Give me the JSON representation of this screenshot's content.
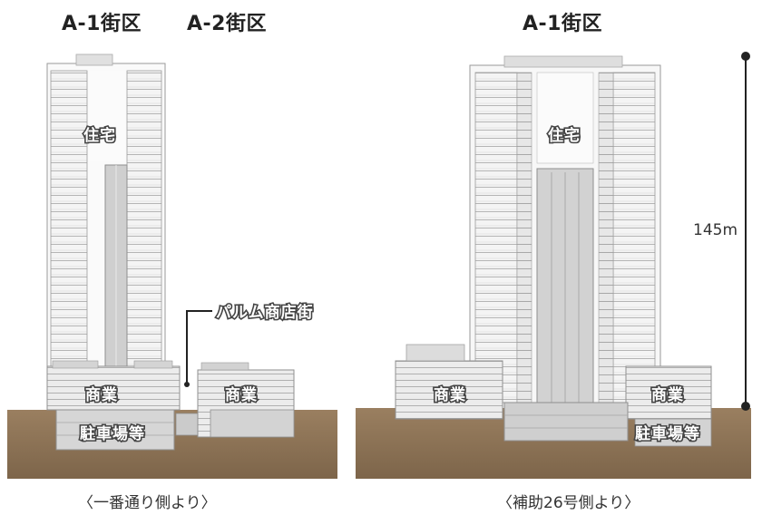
{
  "titles": {
    "left_a1": "A-1街区",
    "left_a2": "A-2街区",
    "right_a1": "A-1街区"
  },
  "labels": {
    "residential": "住宅",
    "commercial": "商業",
    "parking": "駐車場等",
    "arcade": "パルム商店街",
    "height": "145m"
  },
  "captions": {
    "left": "〈一番通り側より〉",
    "right": "〈補助26号側より〉"
  },
  "colors": {
    "ground": "#8b7256",
    "building_line": "#9a9a9a",
    "facade": "#f2f2f2"
  }
}
